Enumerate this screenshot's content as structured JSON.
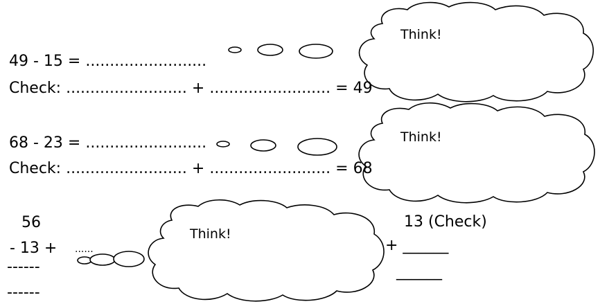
{
  "problem1": {
    "equation": "49 - 15 = .........................",
    "check": "Check:  ......................... + ......................... = 49"
  },
  "problem2": {
    "equation": "68 - 23 = .........................",
    "check": "Check:  ......................... + ......................... = 68"
  },
  "problem3": {
    "top_number": "56",
    "minus_line": "- 13 +",
    "dots": "......",
    "rule_1": "------",
    "rule_2": "------",
    "check_number": "13  (Check)",
    "plus_line": "+ ______",
    "check_rule": "______"
  },
  "clouds": {
    "think_1": "Think!",
    "think_2": "Think!",
    "think_3": "Think!"
  }
}
